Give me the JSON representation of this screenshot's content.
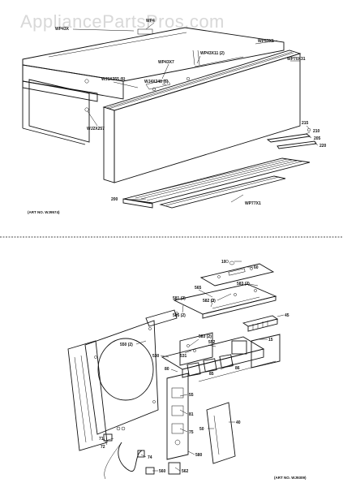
{
  "watermark": "AppliancePartsPros.com",
  "top_diagram": {
    "art_no": "(ART NO. WJ9574)",
    "labels": [
      "WP43X",
      "WP4",
      "WP43X1",
      "WP43X7",
      "WP43X11 (2)",
      "WP70X31",
      "WJ1X355 (6)",
      "WJ4X248 (6)",
      "WJ2X257",
      "215",
      "210",
      "205",
      "220",
      "200",
      "WP77X1"
    ]
  },
  "bottom_diagram": {
    "art_no": "(ART NO. WJ9309)",
    "labels": [
      "10",
      "60",
      "565",
      "583 (2)",
      "581 (2)",
      "582 (2)",
      "585 (2)",
      "45",
      "583 (2)",
      "15",
      "552",
      "531",
      "550 (2)",
      "86",
      "530",
      "80",
      "55",
      "81",
      "75",
      "71",
      "72",
      "74",
      "560",
      "562",
      "580",
      "50",
      "40",
      "85"
    ]
  }
}
